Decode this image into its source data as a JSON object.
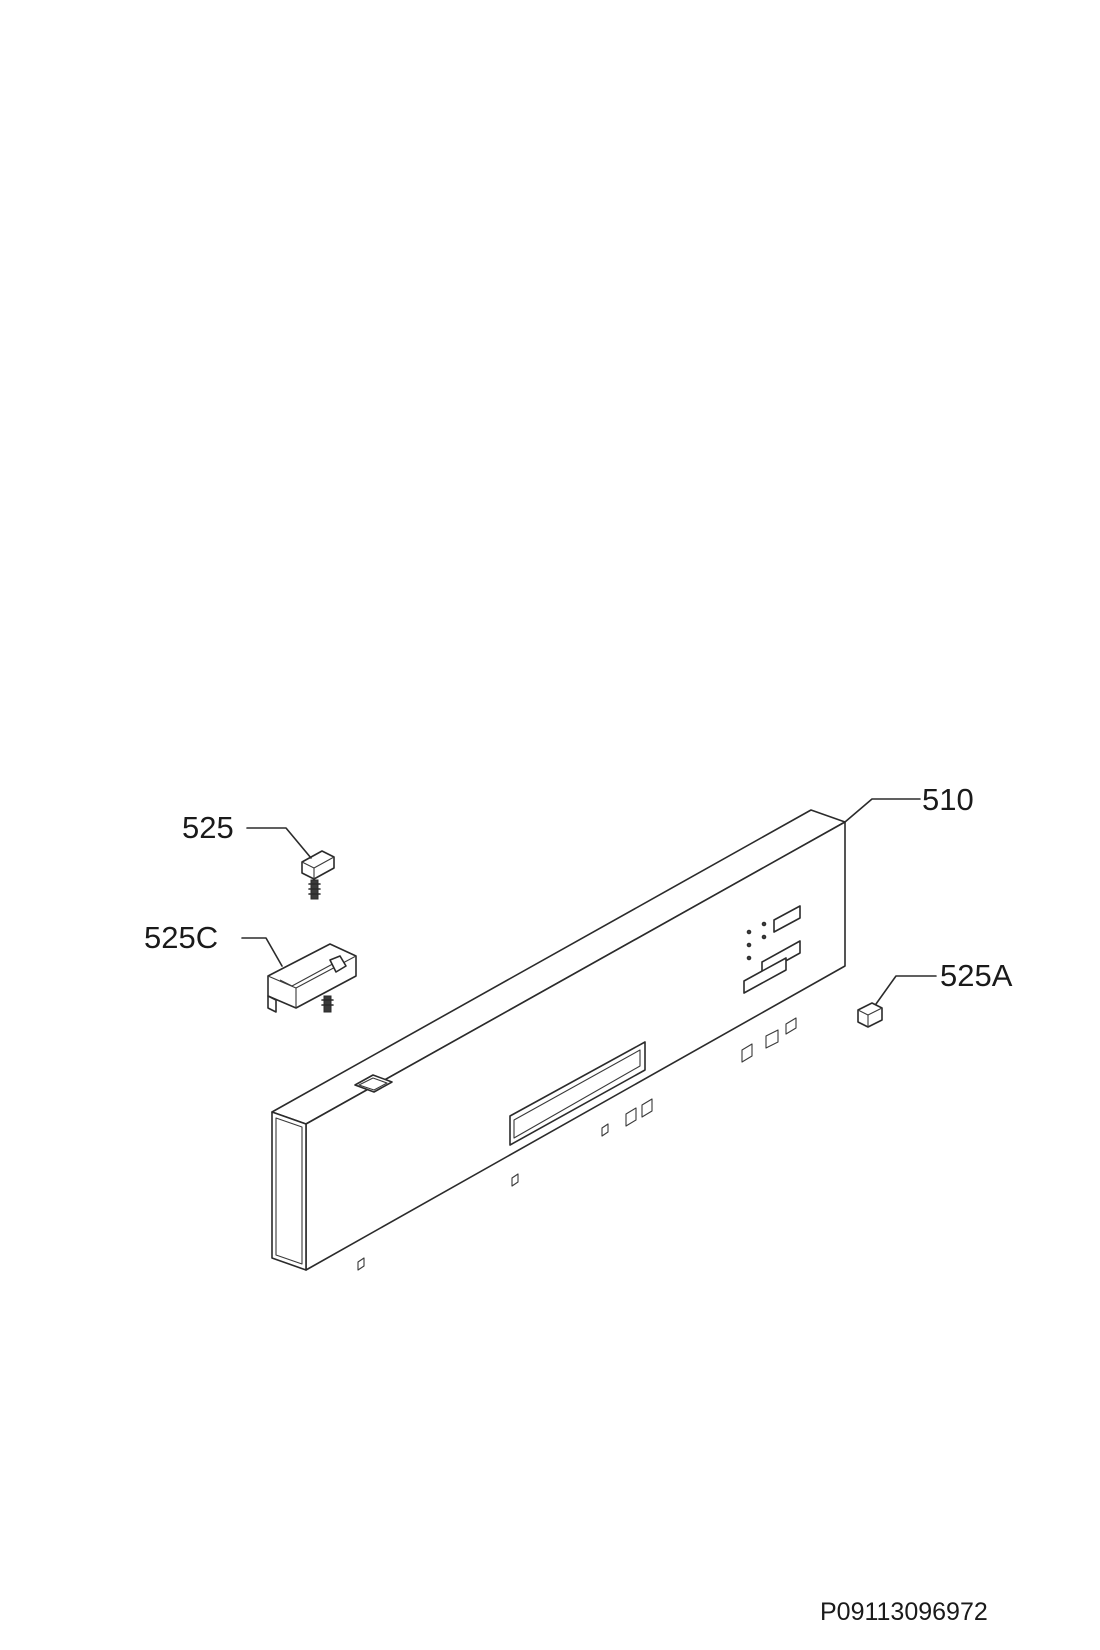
{
  "diagram": {
    "callouts": [
      {
        "id": "510",
        "label": "510"
      },
      {
        "id": "525",
        "label": "525"
      },
      {
        "id": "525C",
        "label": "525C"
      },
      {
        "id": "525A",
        "label": "525A"
      }
    ],
    "drawing_code": "P09113096972"
  },
  "colors": {
    "line": "#2b2b2b",
    "background": "#ffffff"
  }
}
